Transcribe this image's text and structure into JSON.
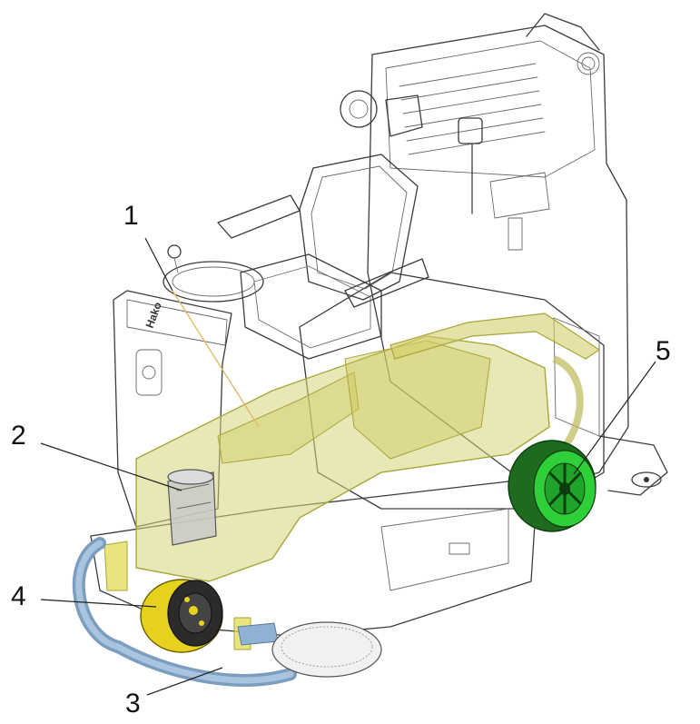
{
  "callouts": [
    {
      "id": "1",
      "label": "1"
    },
    {
      "id": "2",
      "label": "2"
    },
    {
      "id": "3",
      "label": "3"
    },
    {
      "id": "4",
      "label": "4"
    },
    {
      "id": "5",
      "label": "5"
    }
  ],
  "brand": {
    "logo_text": "Hako"
  },
  "colors": {
    "frame_fill": "#d6d57a",
    "frame_edge": "#a8a53a",
    "drive_wheel": "#2fcf3a",
    "steer_wheel": "#e6d21e",
    "bumper": "#8fb2d4",
    "body_line": "#3c3c3c",
    "body_fill": "#f4f4f4",
    "leader_highlight": "#e3b96a"
  }
}
